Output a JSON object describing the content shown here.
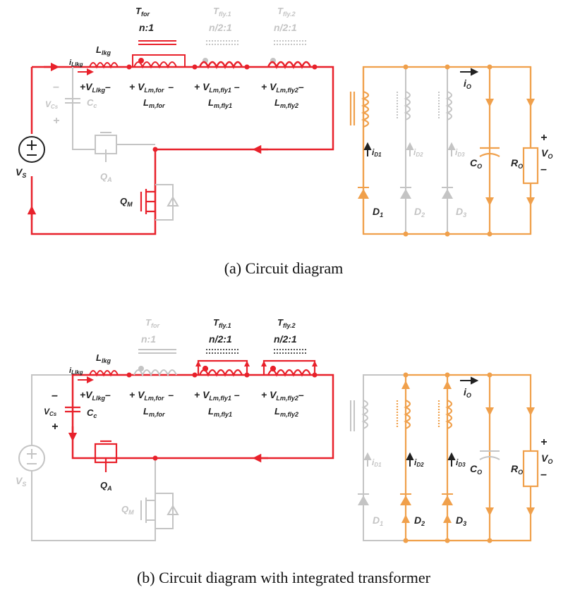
{
  "colors": {
    "active": "#e8212b",
    "secondary": "#f0a04b",
    "inactive": "#c4c4c4"
  },
  "top": {
    "caption": "(a)  Circuit  diagram",
    "t_for": "T",
    "t_for_sub": "for",
    "t_for_ratio": "n:1",
    "t_fly1": "T",
    "t_fly1_sub": "fly.1",
    "t_fly1_ratio": "n/2:1",
    "t_fly2": "T",
    "t_fly2_sub": "fly.2",
    "t_fly2_ratio": "n/2:1",
    "i_lkg": "i",
    "i_lkg_sub": "Llkg",
    "l_lkg": "L",
    "l_lkg_sub": "lkg",
    "v_llkg": "+V",
    "v_llkg_sub": "Llkg",
    "v_llkg_minus": "–",
    "v_lmfor": "+ V",
    "v_lmfor_sub": "Lm,for",
    "v_lmfor_minus": "–",
    "v_lmfly1": "+ V",
    "v_lmfly1_sub": "Lm,fly1",
    "v_lmfly1_minus": "–",
    "v_lmfly2": "+ V",
    "v_lmfly2_sub": "Lm,fly2",
    "v_lmfly2_minus": "–",
    "lm_for": "L",
    "lm_for_sub": "m,for",
    "lm_fly1": "L",
    "lm_fly1_sub": "m,fly1",
    "lm_fly2": "L",
    "lm_fly2_sub": "m,fly2",
    "cap_minus": "–",
    "cap_plus": "+",
    "v_cs": "V",
    "v_cs_sub": "Cs",
    "c_c": "C",
    "c_c_sub": "c",
    "v_s": "V",
    "v_s_sub": "S",
    "q_a": "Q",
    "q_a_sub": "A",
    "q_m": "Q",
    "q_m_sub": "M",
    "i_o": "i",
    "i_o_sub": "O",
    "i_d1": "i",
    "i_d1_sub": "D1",
    "i_d2": "i",
    "i_d2_sub": "D2",
    "i_d3": "i",
    "i_d3_sub": "D3",
    "c_o": "C",
    "c_o_sub": "O",
    "r_o": "R",
    "r_o_sub": "O",
    "v_o": "V",
    "v_o_sub": "O",
    "vo_plus": "+",
    "vo_minus": "–",
    "d1": "D",
    "d1_sub": "1",
    "d2": "D",
    "d2_sub": "2",
    "d3": "D",
    "d3_sub": "3"
  },
  "bottom": {
    "caption": "(b)  Circuit  diagram  with  integrated  transformer",
    "t_for": "T",
    "t_for_sub": "for",
    "t_for_ratio": "n:1",
    "t_fly1": "T",
    "t_fly1_sub": "fly.1",
    "t_fly1_ratio": "n/2:1",
    "t_fly2": "T",
    "t_fly2_sub": "fly.2",
    "t_fly2_ratio": "n/2:1",
    "i_lkg": "i",
    "i_lkg_sub": "Llkg",
    "l_lkg": "L",
    "l_lkg_sub": "lkg",
    "v_llkg": "+V",
    "v_llkg_sub": "Llkg",
    "v_llkg_minus": "–",
    "v_lmfor": "+ V",
    "v_lmfor_sub": "Lm,for",
    "v_lmfor_minus": "–",
    "v_lmfly1": "+ V",
    "v_lmfly1_sub": "Lm,fly1",
    "v_lmfly1_minus": "–",
    "v_lmfly2": "+ V",
    "v_lmfly2_sub": "Lm,fly2",
    "v_lmfly2_minus": "–",
    "lm_for": "L",
    "lm_for_sub": "m,for",
    "lm_fly1": "L",
    "lm_fly1_sub": "m,fly1",
    "lm_fly2": "L",
    "lm_fly2_sub": "m,fly2",
    "cap_minus": "–",
    "cap_plus": "+",
    "v_cs": "V",
    "v_cs_sub": "Cs",
    "c_c": "C",
    "c_c_sub": "c",
    "v_s": "V",
    "v_s_sub": "S",
    "q_a": "Q",
    "q_a_sub": "A",
    "q_m": "Q",
    "q_m_sub": "M",
    "i_o": "i",
    "i_o_sub": "O",
    "i_d1": "i",
    "i_d1_sub": "D1",
    "i_d2": "i",
    "i_d2_sub": "D2",
    "i_d3": "i",
    "i_d3_sub": "D3",
    "c_o": "C",
    "c_o_sub": "O",
    "r_o": "R",
    "r_o_sub": "O",
    "v_o": "V",
    "v_o_sub": "O",
    "vo_plus": "+",
    "vo_minus": "–",
    "d1": "D",
    "d1_sub": "1",
    "d2": "D",
    "d2_sub": "2",
    "d3": "D",
    "d3_sub": "3"
  }
}
